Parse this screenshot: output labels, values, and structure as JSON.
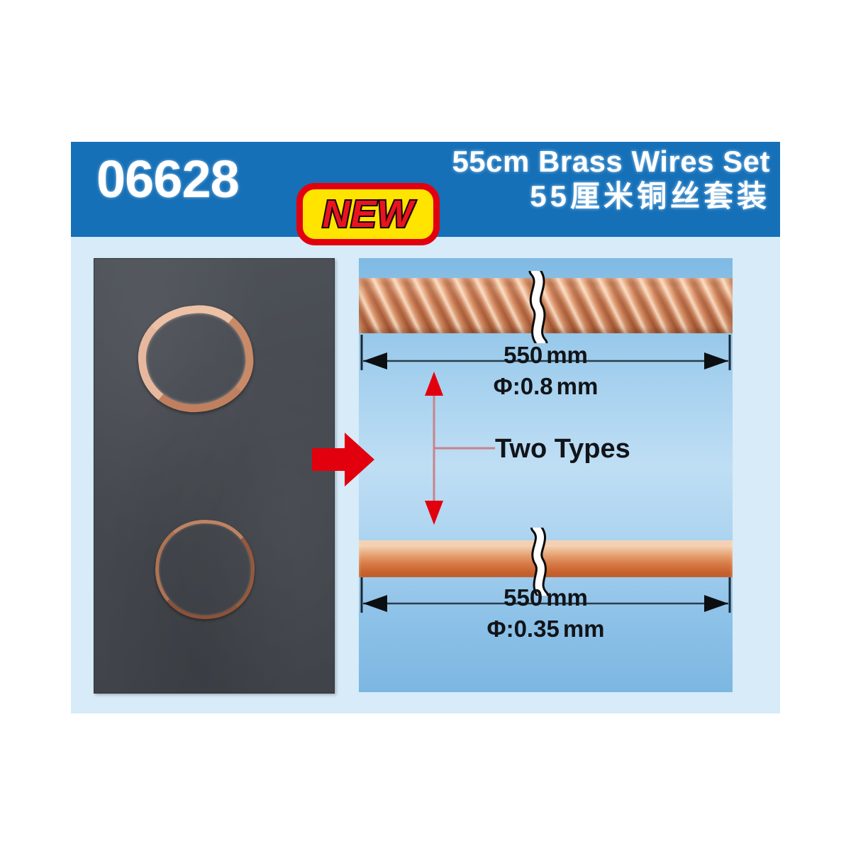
{
  "header": {
    "product_code": "06628",
    "title_en": "55cm Brass Wires Set",
    "title_cn": "55厘米铜丝套装",
    "badge_label": "NEW",
    "blue": "#1570b8",
    "badge_fill": "#ffe400",
    "badge_border": "#e2000f",
    "badge_text_color": "#e8141e"
  },
  "photo_panel": {
    "background": "#474b50",
    "coils": [
      {
        "name": "thick-brass-wire-coil",
        "gauge": "0.8 mm"
      },
      {
        "name": "thin-brass-wire-coil",
        "gauge": "0.35 mm"
      }
    ]
  },
  "arrow": {
    "direction": "right",
    "color": "#e2000f"
  },
  "diagram": {
    "two_types_label": "Two Types",
    "accent_red": "#e2000f",
    "wires": [
      {
        "kind": "braided",
        "length_label": "550",
        "length_unit": "mm",
        "diameter_label": "Φ:0.8",
        "diameter_unit": "mm"
      },
      {
        "kind": "solid",
        "length_label": "550",
        "length_unit": "mm",
        "diameter_label": "Φ:0.35",
        "diameter_unit": "mm"
      }
    ]
  }
}
